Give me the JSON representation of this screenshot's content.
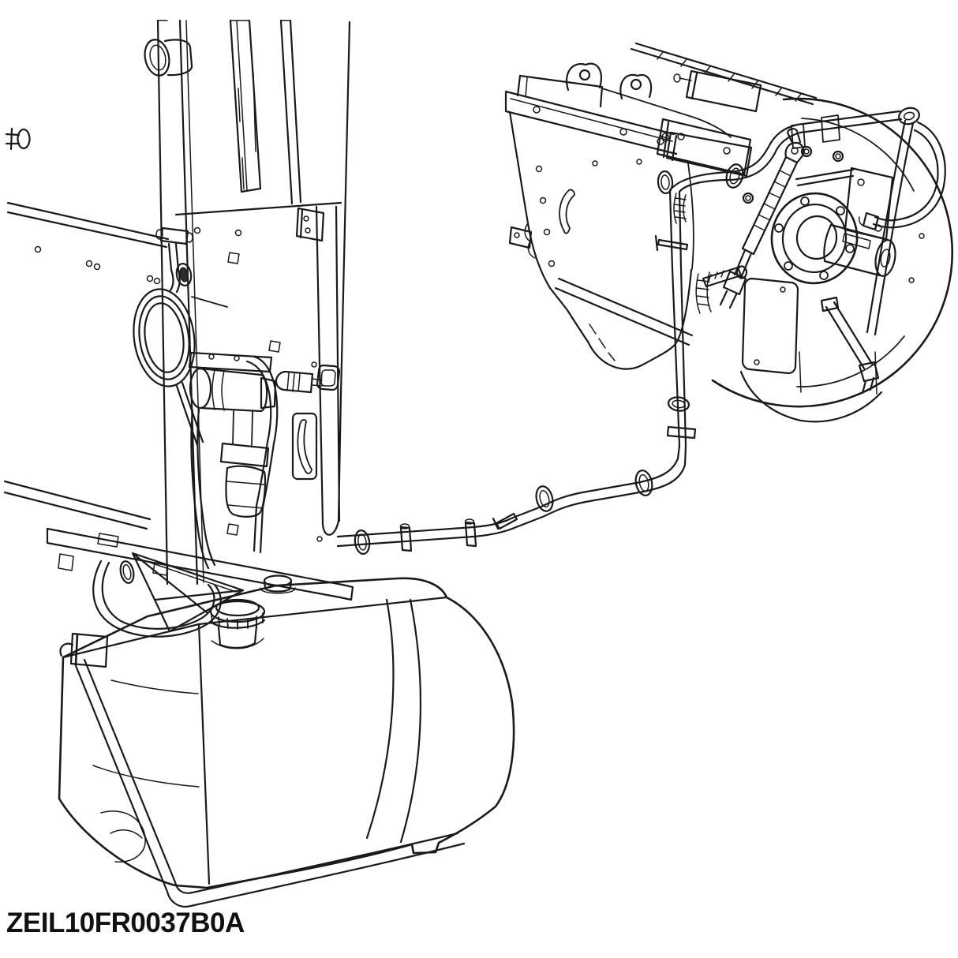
{
  "figure": {
    "caption": "ZEIL10FR0037B0A",
    "type": "technical-line-illustration",
    "background_color": "#ffffff",
    "line_color": "#1a1a1a",
    "parts": [
      "machine-frame",
      "frame-access-panel",
      "panel-handle",
      "panel-latch",
      "hose-coil",
      "fuel-pump",
      "fuel-filter",
      "fuel-tank",
      "fuel-filler-neck",
      "tank-vent-cap",
      "tank-support-strap",
      "tank-loop-hose",
      "fuel-supply-hose",
      "hose-clamps",
      "header-drive-gearbox",
      "gearbox-mounting-rail",
      "output-shaft-hub",
      "hydraulic-cylinder",
      "tie-rod"
    ]
  }
}
